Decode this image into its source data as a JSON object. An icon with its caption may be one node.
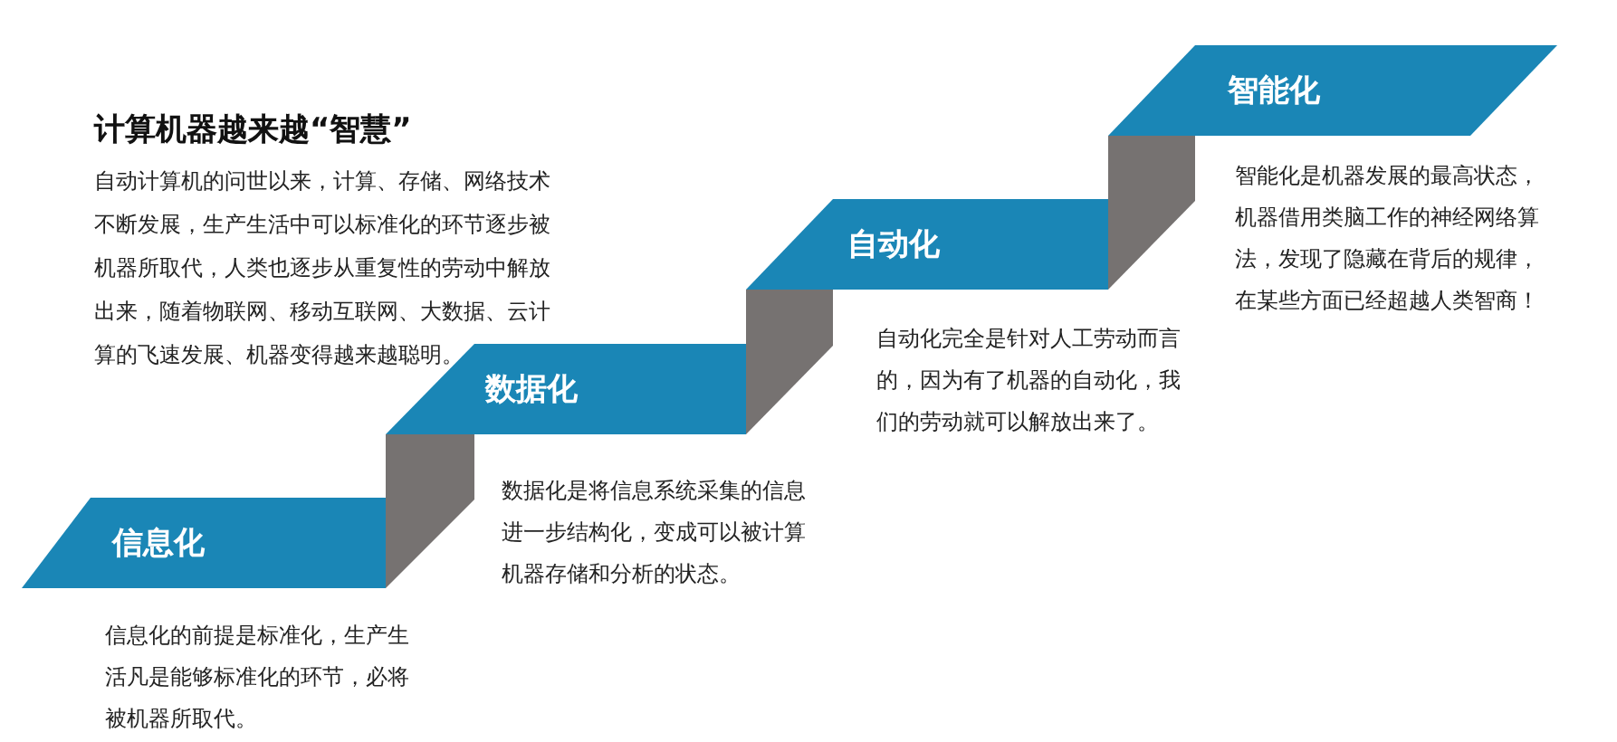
{
  "diagram": {
    "title": "计算机器越来越“智慧”",
    "nodes": [
      {
        "text": [
          "信息化"
        ],
        "beside": [
          "信息化的前提是标准化，生产生活凡是能够标准化的环节，必将被机器所取代。"
        ]
      },
      {
        "text": [
          "数据化"
        ],
        "beside": [
          "数据化是将信息系统采集的信息进一步结构化，变成可以被计算机器存储和分析的状态。"
        ]
      },
      {
        "text": [
          "自动化"
        ],
        "beside": [
          "自动化完全是针对人工劳动而言的，因为有了机器的自动化，我们的劳动就可以解放出来了。"
        ]
      },
      {
        "text": [
          "智能化"
        ],
        "beside": [
          "智能化是机器发展的最高状态，机器借用类脑工作的神经网络算法，发现了隐藏在背后的规律，在某些方面已经超越人类智商！"
        ]
      }
    ],
    "labels": [
      "自动计算机的问世以来，计算、存储、网络技术不断发展，生产生活中可以标准化的环节逐步被机器所取代，人类也逐步从重复性的劳动中解放出来，随着物联网、移动互联网、大数据、云计算的飞速发展、机器变得越来越聪明。"
    ]
  }
}
